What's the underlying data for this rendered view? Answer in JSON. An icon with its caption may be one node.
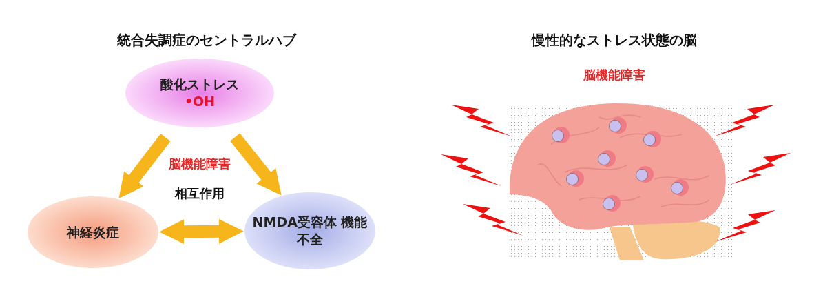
{
  "diagram": {
    "title": "統合失調症のセントラルハブ",
    "nodes": [
      {
        "text": [
          "酸化ストレス",
          "•OH"
        ]
      },
      {
        "text": [
          "神経炎症"
        ]
      },
      {
        "text": [
          "NMDA受容体 機能不全"
        ]
      }
    ],
    "edges": [
      {
        "from": 0,
        "to": 1,
        "arrow": "to"
      },
      {
        "from": 0,
        "to": 2,
        "arrow": "to"
      },
      {
        "from": 1,
        "to": 2,
        "arrow": "both"
      }
    ],
    "labels": [
      "慢性的なストレス状態の脳",
      "脳機能障害",
      "相互作用",
      "脳機能障害"
    ]
  }
}
